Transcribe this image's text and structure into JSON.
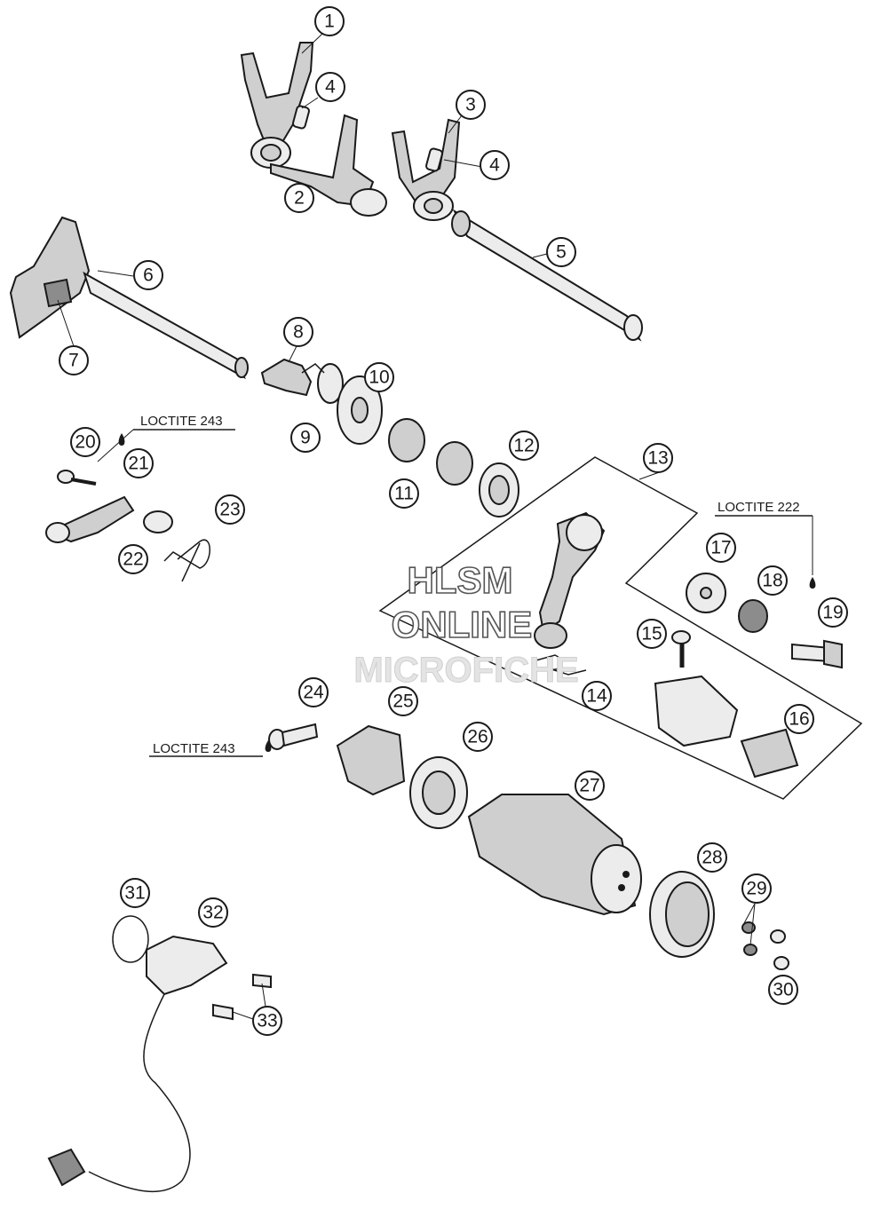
{
  "watermark": {
    "line1": "HLSM",
    "line2": "ONLINE",
    "line3": "MICROFICHE"
  },
  "notes": [
    {
      "id": "loctite-1",
      "text": "LOCTITE 243"
    },
    {
      "id": "loctite-2",
      "text": "LOCTITE 222"
    },
    {
      "id": "loctite-3",
      "text": "LOCTITE 243"
    }
  ],
  "callouts": [
    "1",
    "2",
    "3",
    "4",
    "4",
    "5",
    "6",
    "7",
    "8",
    "9",
    "10",
    "11",
    "12",
    "13",
    "14",
    "15",
    "16",
    "17",
    "18",
    "19",
    "20",
    "21",
    "22",
    "23",
    "24",
    "25",
    "26",
    "27",
    "28",
    "29",
    "30",
    "31",
    "32",
    "33"
  ]
}
